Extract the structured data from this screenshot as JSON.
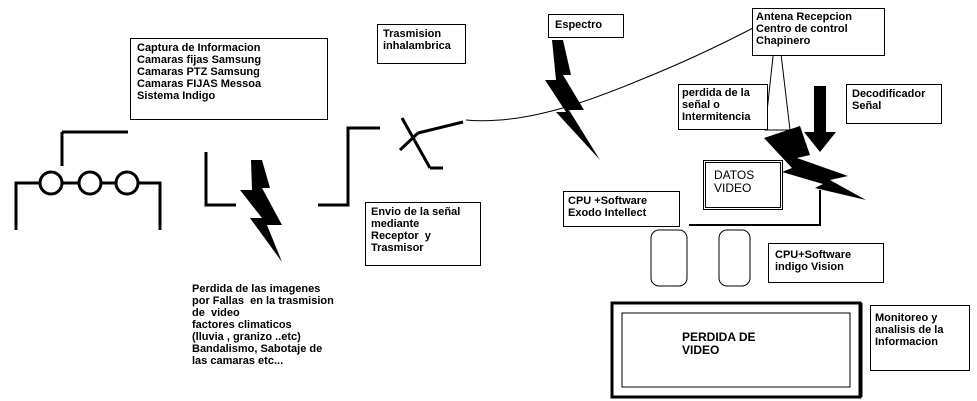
{
  "labels": {
    "captura": "Captura de Informacion\nCamaras fijas Samsung\nCamaras PTZ Samsung\nCamaras FIJAS Messoa\nSistema Indigo",
    "trasmision": "Trasmision\ninhalambrica",
    "espectro": "Espectro",
    "antena": "Antena Recepcion\nCentro de control\nChapinero",
    "perdida_senal": "perdida de la\nseñal o\nIntermitencia",
    "decodificador": "Decodificador\nSeñal",
    "datos_video": "DATOS\nVIDEO",
    "cpu_exodo": "CPU +Software\nExodo Intellect",
    "envio": "Envio de la señal\nmediante\nReceptor  y\nTrasmisor",
    "cpu_indigo": "CPU+Software\nindigo Vision",
    "perdida_imagenes": "Perdida de las imagenes\npor Fallas  en la trasmision\nde  video\nfactores climaticos\n(lluvia , granizo ..etc)\nBandalismo, Sabotaje de\nlas camaras etc...",
    "perdida_video": "PERDIDA DE\nVIDEO",
    "monitoreo": "Monitoreo y\nanalisis de la\nInformacion"
  }
}
